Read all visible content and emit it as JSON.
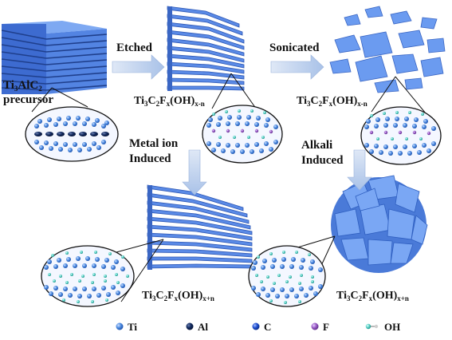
{
  "colors": {
    "mxene_blue": "#5b8ee8",
    "mxene_dark": "#3a66c4",
    "arrow_fill": "#c4d6f0",
    "ti_atom": "#4b8ae0",
    "al_atom": "#11295e",
    "c_atom": "#1e4fd0",
    "f_atom": "#9a5cc6",
    "oh_atom": "#5ad2c8"
  },
  "labels": {
    "precursor_line1_a": "Ti",
    "precursor_line1_s1": "3",
    "precursor_line1_b": "AlC",
    "precursor_line1_s2": "2",
    "precursor_line2": "precursor",
    "etched_prod": {
      "a": "Ti",
      "s1": "3",
      "b": "C",
      "s2": "2",
      "c": "F",
      "s3": "x",
      "d": "(OH)",
      "s4": "x-n"
    },
    "sonicated_prod": {
      "a": "Ti",
      "s1": "3",
      "b": "C",
      "s2": "2",
      "c": "F",
      "s3": "x",
      "d": "(OH)",
      "s4": "x-n"
    },
    "metal_prod": {
      "a": "Ti",
      "s1": "3",
      "b": "C",
      "s2": "2",
      "c": "F",
      "s3": "x",
      "d": "(OH)",
      "s4": "x+n"
    },
    "alkali_prod": {
      "a": "Ti",
      "s1": "3",
      "b": "C",
      "s2": "2",
      "c": "F",
      "s3": "x",
      "d": "(OH)",
      "s4": "x+n"
    }
  },
  "steps": {
    "etched": "Etched",
    "sonicated": "Sonicated",
    "metal_ion_1": "Metal ion",
    "metal_ion_2": "Induced",
    "alkali_1": "Alkali",
    "alkali_2": "Induced"
  },
  "legend": [
    {
      "label": "Ti",
      "icon": "ti-atom-icon"
    },
    {
      "label": "Al",
      "icon": "al-atom-icon"
    },
    {
      "label": "C",
      "icon": "c-atom-icon"
    },
    {
      "label": "F",
      "icon": "f-atom-icon"
    },
    {
      "label": "OH",
      "icon": "oh-group-icon"
    }
  ]
}
